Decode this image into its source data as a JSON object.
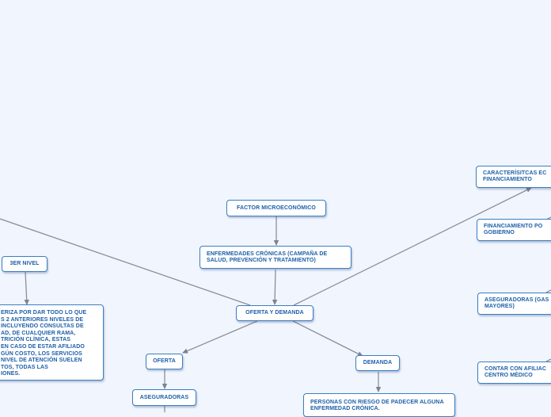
{
  "colors": {
    "background": "#f1f5fd",
    "node_border": "#3a7fc4",
    "node_text": "#1e5fa8",
    "connector": "#8a8f99"
  },
  "nodes": {
    "factor_micro": "FACTOR MICROECONÓMICO",
    "enfermedades": "ENFERMEDADES CRÓNICAS (CAMPAÑA DE SALUD, PREVENCIÓN Y TRATAMIENTO)",
    "oferta_demanda": "OFERTA Y DEMANDA",
    "oferta": "OFERTA",
    "demanda": "DEMANDA",
    "aseguradoras": "ASEGURADORAS",
    "personas_riesgo": "PERSONAS CON RIESGO DE PADECER ALGUNA ENFERMEDAD CRÓNICA.",
    "tercer_nivel": "3ER NIVEL",
    "tercer_nivel_desc": "ERIZA POR DAR TODO LO QUE\nS 2 ANTERIORES NIVELES DE\nINCLUYENDO CONSULTAS DE\nAD, DE CUALQUIER RAMA,\nTRICIÓN CLÍNICA, ESTAS\nEN CASO DE ESTAR AFILIADO\nGÚN COSTO, LOS SERVICIOS\nNIVEL DE ATENCIÓN SUELEN\nTOS, TODAS LAS\nIONES.",
    "caracteristicas": "CARACTERÍSITCAS EC\nFINANCIAMIENTO",
    "financiamiento_gobierno": "FINANCIAMIENTO PO\nGOBIERNO",
    "aseguradoras_gas": "ASEGURADORAS (GAS\nMAYORES)",
    "contar_afiliacion": "CONTAR CON AFILIAC\nCENTRO MÉDICO"
  }
}
